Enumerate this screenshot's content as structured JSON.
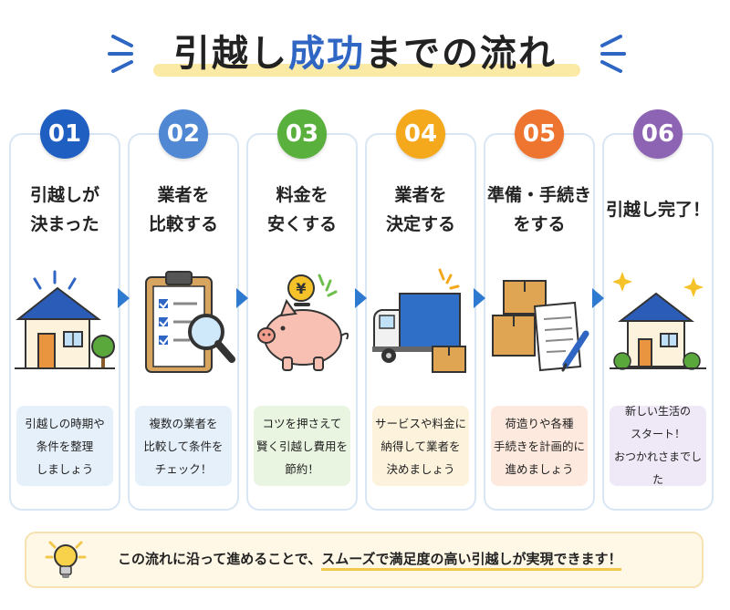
{
  "title": {
    "part1": "引越し",
    "accent": "成功",
    "part2": "までの流れ"
  },
  "colors": {
    "step1": "#1f5fc2",
    "step2": "#5088d4",
    "step3": "#59b03d",
    "step4": "#f4a81c",
    "step5": "#ee7530",
    "step6": "#8d63b3",
    "arrow": "#2f7ad1"
  },
  "steps": [
    {
      "num": "01",
      "title": "引越しが\n決まった",
      "desc": "引越しの時期や\n条件を整理\nしましょう",
      "icon": "house-icon"
    },
    {
      "num": "02",
      "title": "業者を\n比較する",
      "desc": "複数の業者を\n比較して条件を\nチェック！",
      "icon": "checklist-magnifier-icon"
    },
    {
      "num": "03",
      "title": "料金を\n安くする",
      "desc": "コツを押さえて\n賢く引越し費用を\n節約！",
      "icon": "piggy-bank-icon"
    },
    {
      "num": "04",
      "title": "業者を\n決定する",
      "desc": "サービスや料金に\n納得して業者を\n決めましょう",
      "icon": "truck-icon"
    },
    {
      "num": "05",
      "title": "準備・手続き\nをする",
      "desc": "荷造りや各種\n手続きを計画的に\n進めましょう",
      "icon": "boxes-document-icon"
    },
    {
      "num": "06",
      "title": "引越し完了！",
      "desc": "新しい生活の\nスタート！\nおつかれさまでした",
      "icon": "new-house-icon"
    }
  ],
  "footer": {
    "part1": "この流れに沿って進めることで、",
    "part2": "スムーズで満足度の高い引越しが実現できます！"
  },
  "coin_symbol": "¥"
}
